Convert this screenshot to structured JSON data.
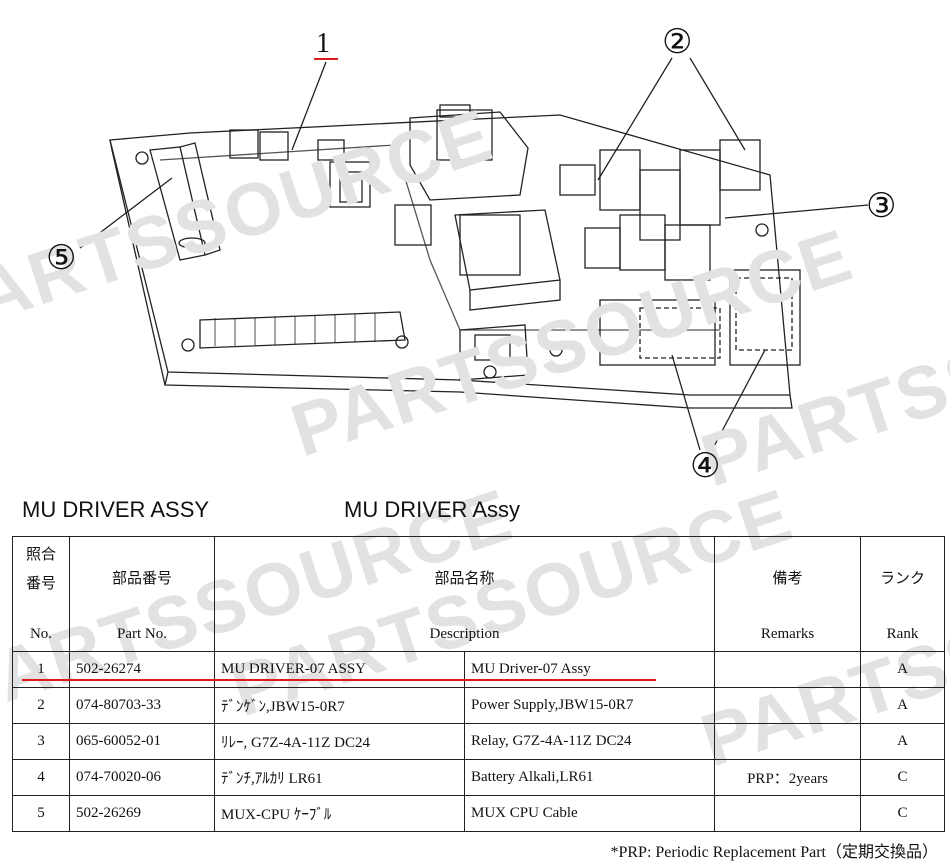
{
  "callouts": {
    "one": "1",
    "two": "②",
    "three": "③",
    "four": "④",
    "five": "⑤"
  },
  "watermark": "PARTSSOURCE",
  "titles": {
    "left": "MU DRIVER ASSY",
    "right": "MU DRIVER Assy"
  },
  "table": {
    "headers": {
      "no_jp_line1": "照合",
      "no_jp_line2": "番号",
      "no_en": "No.",
      "part_jp": "部品番号",
      "part_en": "Part No.",
      "desc_jp": "部品名称",
      "desc_en": "Description",
      "remarks_jp": "備考",
      "remarks_en": "Remarks",
      "rank_jp": "ランク",
      "rank_en": "Rank"
    },
    "rows": [
      {
        "no": "1",
        "part": "502-26274",
        "desc_jp": "MU DRIVER-07 ASSY",
        "desc_en": "MU Driver-07 Assy",
        "remarks": "",
        "rank": "A"
      },
      {
        "no": "2",
        "part": "074-80703-33",
        "desc_jp": "ﾃﾞﾝｹﾞﾝ,JBW15-0R7",
        "desc_en": "Power Supply,JBW15-0R7",
        "remarks": "",
        "rank": "A"
      },
      {
        "no": "3",
        "part": "065-60052-01",
        "desc_jp": "ﾘﾚｰ, G7Z-4A-11Z DC24",
        "desc_en": "Relay, G7Z-4A-11Z DC24",
        "remarks": "",
        "rank": "A"
      },
      {
        "no": "4",
        "part": "074-70020-06",
        "desc_jp": "ﾃﾞﾝﾁ,ｱﾙｶﾘ LR61",
        "desc_en": "Battery Alkali,LR61",
        "remarks": "PRP：2years",
        "rank": "C"
      },
      {
        "no": "5",
        "part": "502-26269",
        "desc_jp": "MUX-CPU ｹｰﾌﾞﾙ",
        "desc_en": "MUX CPU Cable",
        "remarks": "",
        "rank": "C"
      }
    ]
  },
  "footnote": "*PRP: Periodic Replacement Part（定期交換品）"
}
